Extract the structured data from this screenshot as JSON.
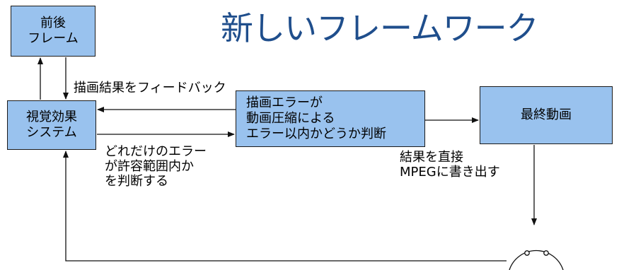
{
  "title": "新しいフレームワーク",
  "nodes": {
    "surrounding_frames": "前後\nフレーム",
    "vfx_system": "視覚効果\nシステム",
    "render_error": "描画エラーが\n動画圧縮による\nエラー以内かどうか判断",
    "final_video": "最終動画"
  },
  "labels": {
    "feedback": "描画結果をフィードバック",
    "error_tolerance": "どれだけのエラー\nが許容範囲内か\nを判断する",
    "write_mpeg": "結果を直接\nMPEGに書き出す"
  },
  "colors": {
    "box_fill": "#99c2ee",
    "title": "#1f4e8c",
    "line": "#111111"
  },
  "icons": [
    "viewer-face-icon"
  ]
}
